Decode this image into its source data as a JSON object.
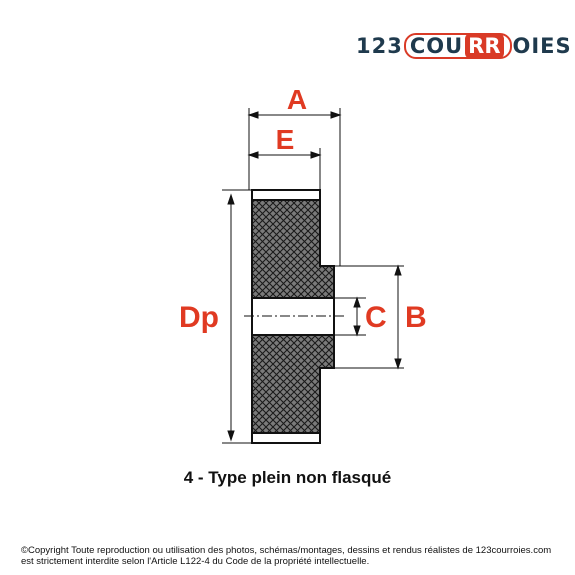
{
  "logo": {
    "prefix": "123",
    "mid": "COU",
    "badge": "RR",
    "suffix": "OIES"
  },
  "labels": {
    "a": "A",
    "e": "E",
    "dp": "Dp",
    "c": "C",
    "b": "B"
  },
  "caption": "4 - Type plein non flasqué",
  "copyright_line1": "©Copyright Toute reproduction ou utilisation des photos, schémas/montages, dessins et rendus réalistes de 123courroies.com",
  "copyright_line2": "est strictement interdite selon l'Article L122-4 du Code de la propriété intellectuelle.",
  "colors": {
    "label_red": "#e03a22",
    "brand_blue": "#1f3a4d",
    "brand_red": "#d93a26"
  }
}
